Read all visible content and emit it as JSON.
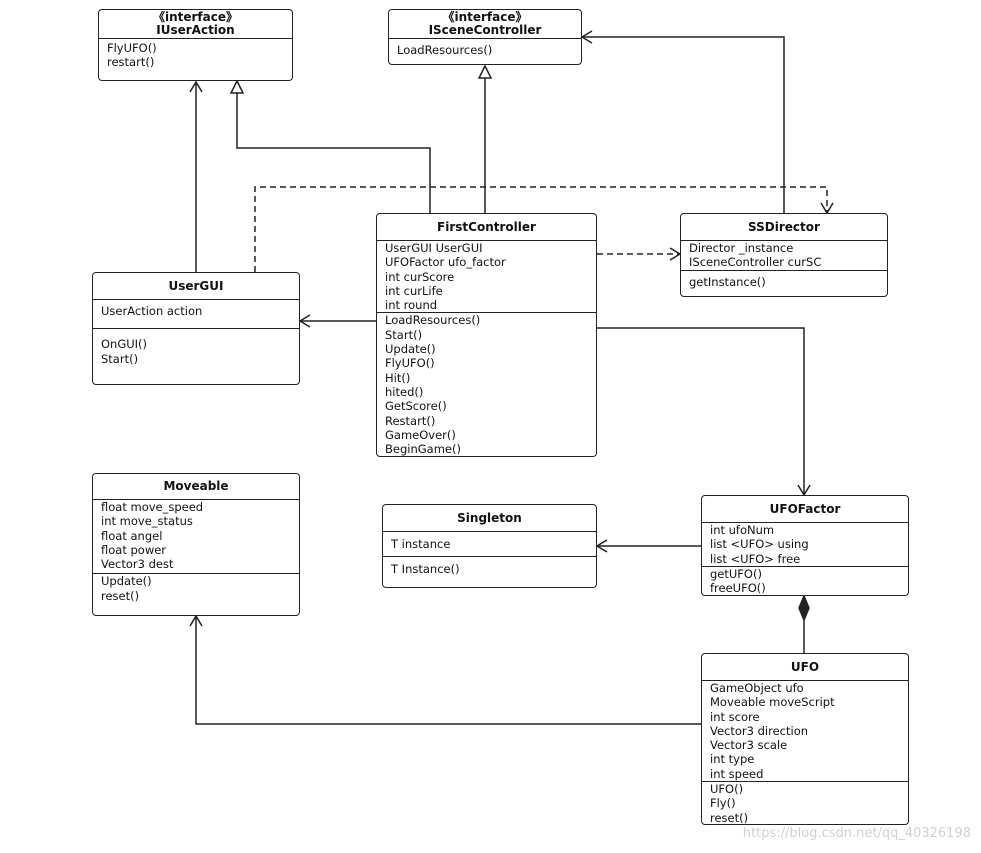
{
  "classes": {
    "iuseraction": {
      "stereotype": "《interface》",
      "name": "IUserAction",
      "sections": [
        [
          "FlyUFO()",
          "restart()"
        ]
      ]
    },
    "iscenecontroller": {
      "stereotype": "《interface》",
      "name": "ISceneController",
      "sections": [
        [
          "LoadResources()"
        ]
      ]
    },
    "firstcontroller": {
      "name": "FirstController",
      "sections": [
        [
          "UserGUI UserGUI",
          "UFOFactor ufo_factor",
          "int curScore",
          "int curLife",
          "int round"
        ],
        [
          "LoadResources()",
          "Start()",
          "Update()",
          "FlyUFO()",
          "Hit()",
          "hited()",
          "GetScore()",
          "Restart()",
          "GameOver()",
          "BeginGame()"
        ]
      ]
    },
    "ssdirector": {
      "name": "SSDirector",
      "sections": [
        [
          "Director _instance",
          "ISceneController curSC"
        ],
        [
          "getInstance()"
        ]
      ]
    },
    "usergui": {
      "name": "UserGUI",
      "sections": [
        [
          "UserAction action"
        ],
        [
          "OnGUI()",
          "Start()"
        ]
      ]
    },
    "moveable": {
      "name": "Moveable",
      "sections": [
        [
          "float move_speed",
          "int move_status",
          "float angel",
          "float power",
          "Vector3 dest"
        ],
        [
          "Update()",
          "reset()"
        ]
      ]
    },
    "singleton": {
      "name": "Singleton",
      "sections": [
        [
          "T instance"
        ],
        [
          "T Instance()"
        ]
      ]
    },
    "ufofactor": {
      "name": "UFOFactor",
      "sections": [
        [
          "int ufoNum",
          "list <UFO> using",
          "list <UFO> free"
        ],
        [
          "getUFO()",
          "freeUFO()"
        ]
      ]
    },
    "ufo": {
      "name": "UFO",
      "sections": [
        [
          "GameObject ufo",
          "Moveable moveScript",
          "int score",
          "Vector3 direction",
          "Vector3 scale",
          "int type",
          "int speed"
        ],
        [
          "UFO()",
          "Fly()",
          "reset()"
        ]
      ]
    }
  },
  "watermark": "https://blog.csdn.net/qq_40326198"
}
